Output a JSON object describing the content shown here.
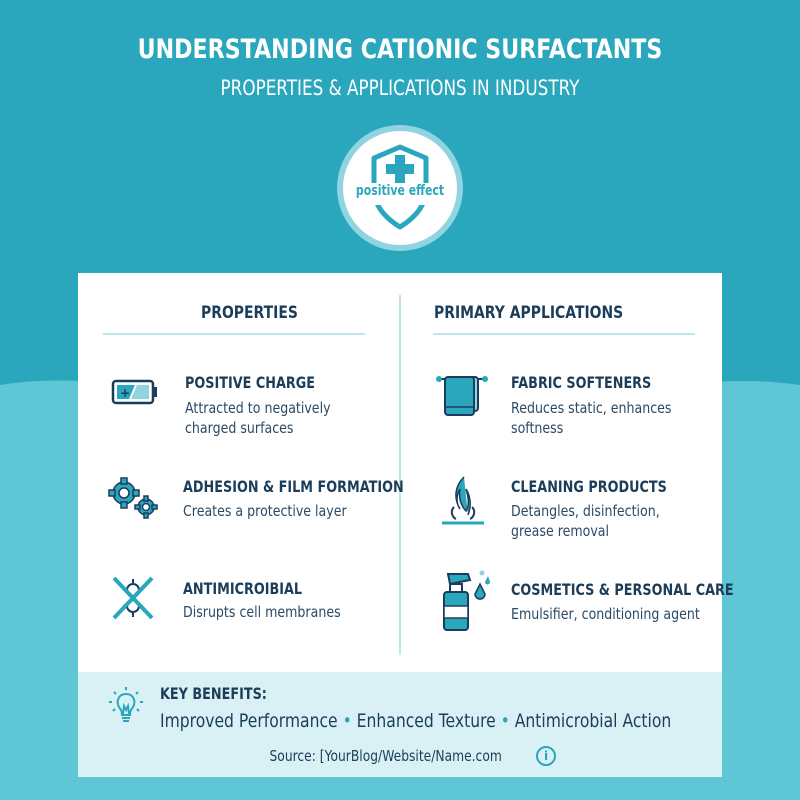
{
  "header": {
    "title": "UNDERSTANDING CATIONIC SURFACTANTS",
    "subtitle": "PROPERTIES & APPLICATIONS IN INDUSTRY"
  },
  "badge": {
    "icon": "shield-plus-icon",
    "label": "positive effect"
  },
  "colors": {
    "background_top": "#2aa6bd",
    "background_wave": "#5ec6d4",
    "card": "#ffffff",
    "heading_text": "#1c3d5a",
    "accent": "#2aa6bd",
    "benefits_band": "#d9f0f4"
  },
  "properties": {
    "heading": "PROPERTIES",
    "items": [
      {
        "icon": "battery-charge-icon",
        "title": "POSITIVE CHARGE",
        "description": "Attracted to negatively charged surfaces"
      },
      {
        "icon": "gears-icon",
        "title": "ADHESION & FILM FORMATION",
        "description": "Creates a protective layer"
      },
      {
        "icon": "crossed-microbe-icon",
        "title": "ANTIMICROIBIAL",
        "description": "Disrupts cell membranes"
      }
    ]
  },
  "applications": {
    "heading": "PRIMARY APPLICATIONS",
    "items": [
      {
        "icon": "towel-icon",
        "title": "FABRIC SOFTENERS",
        "description": "Reduces static, enhances softness"
      },
      {
        "icon": "flame-hair-icon",
        "title": "CLEANING PRODUCTS",
        "description": "Detangles, disinfection, grease removal"
      },
      {
        "icon": "spray-bottle-icon",
        "title": "COSMETICS & PERSONAL CARE",
        "description": "Emulsifier, conditioning agent"
      }
    ]
  },
  "benefits": {
    "icon": "lightbulb-icon",
    "heading": "KEY BENEFITS:",
    "items": [
      "Improved Performance",
      "Enhanced Texture",
      "Antimicrobial Action"
    ],
    "separator": "•",
    "source": "Source: [YourBlog/Website/Name.com",
    "source_icon": "info-icon"
  }
}
